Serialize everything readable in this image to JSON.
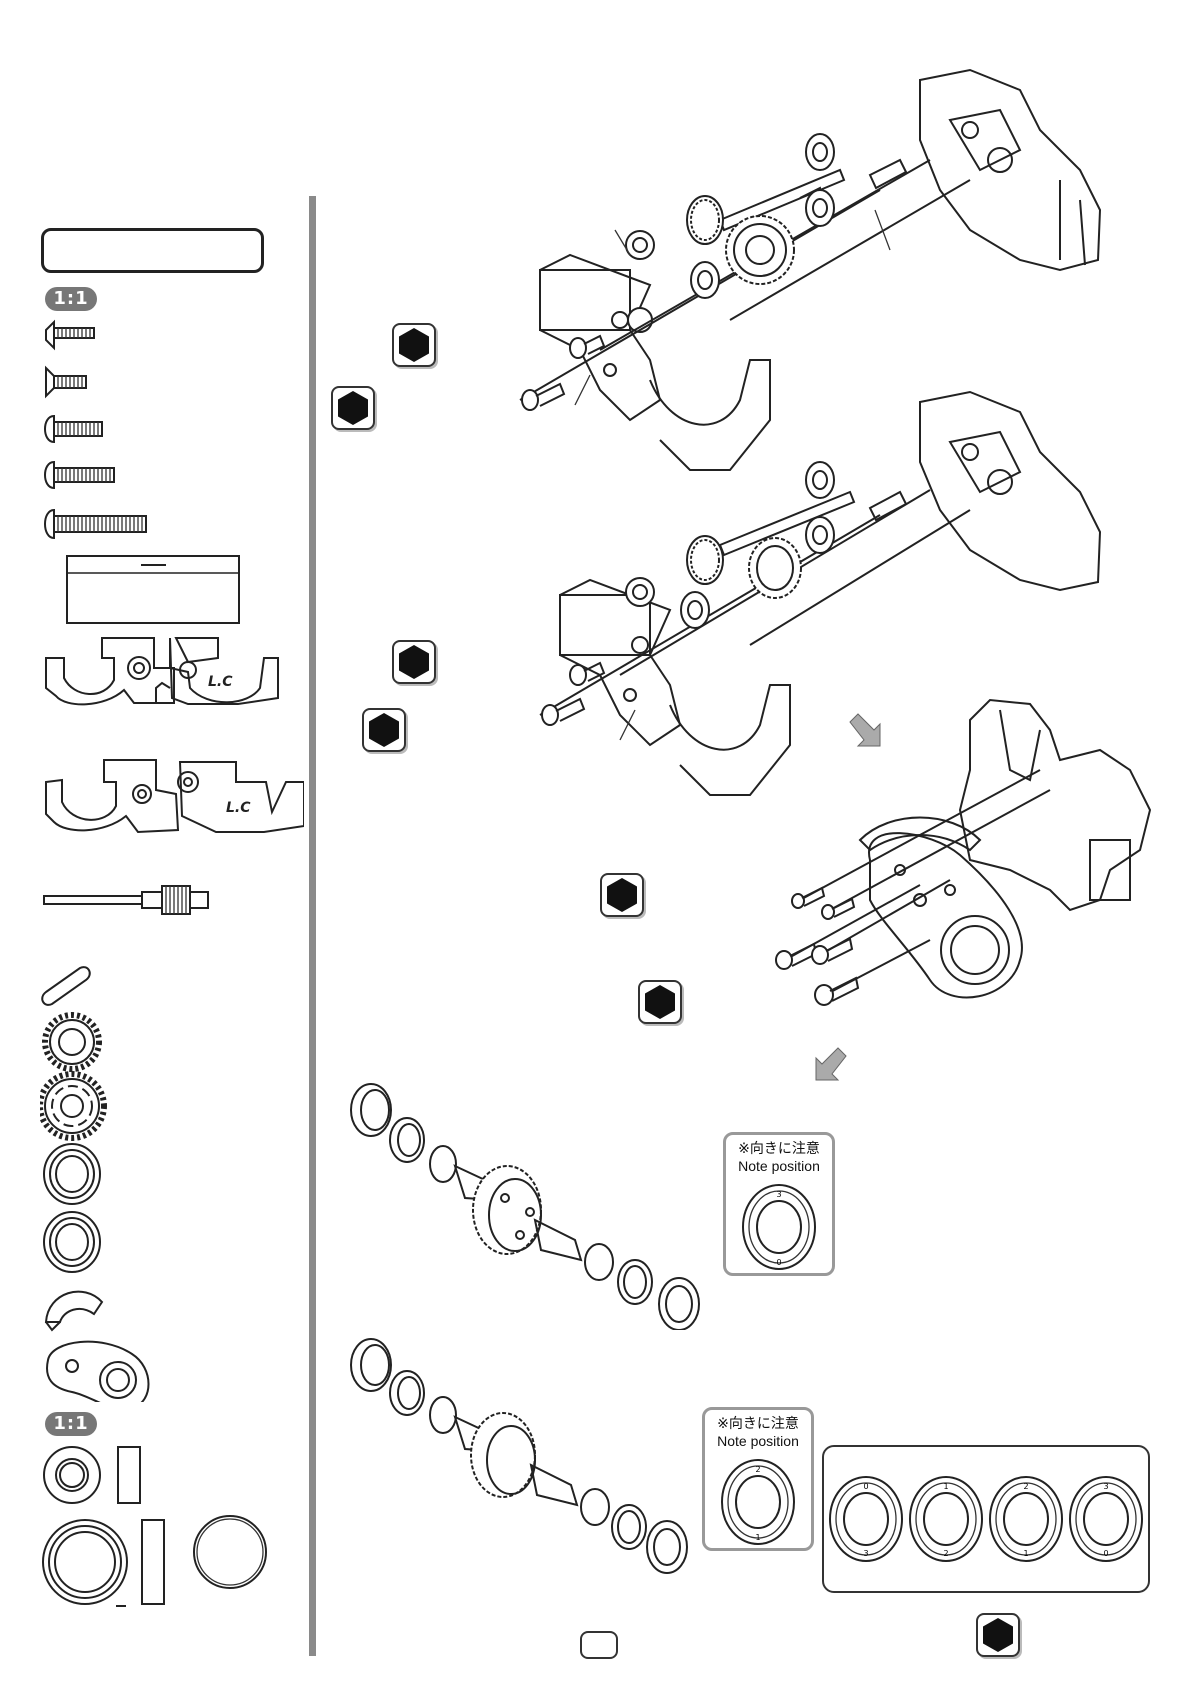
{
  "left_panel": {
    "scale_badge_top": "1:1",
    "scale_badge_bottom": "1:1",
    "title_box_text": "",
    "label_box_text": ""
  },
  "notes": [
    {
      "line1": "※向きに注意",
      "line2": "Note position"
    },
    {
      "line1": "※向きに注意",
      "line2": "Note position"
    }
  ],
  "diff_ring_digits": {
    "note1": [
      "3",
      "0"
    ],
    "note2": [
      "2",
      "1"
    ],
    "options": [
      [
        "0",
        "3"
      ],
      [
        "1",
        "2"
      ],
      [
        "2",
        "1"
      ],
      [
        "3",
        "0"
      ]
    ]
  },
  "page": {
    "number": ""
  },
  "icons": {
    "hex_wrench": "hex-wrench-icon",
    "arrow_down_right": "arrow-down-right-icon",
    "arrow_down_left": "arrow-down-left-icon"
  },
  "colors": {
    "divider": "#8a8a8a",
    "badge": "#777777",
    "line": "#222222"
  }
}
